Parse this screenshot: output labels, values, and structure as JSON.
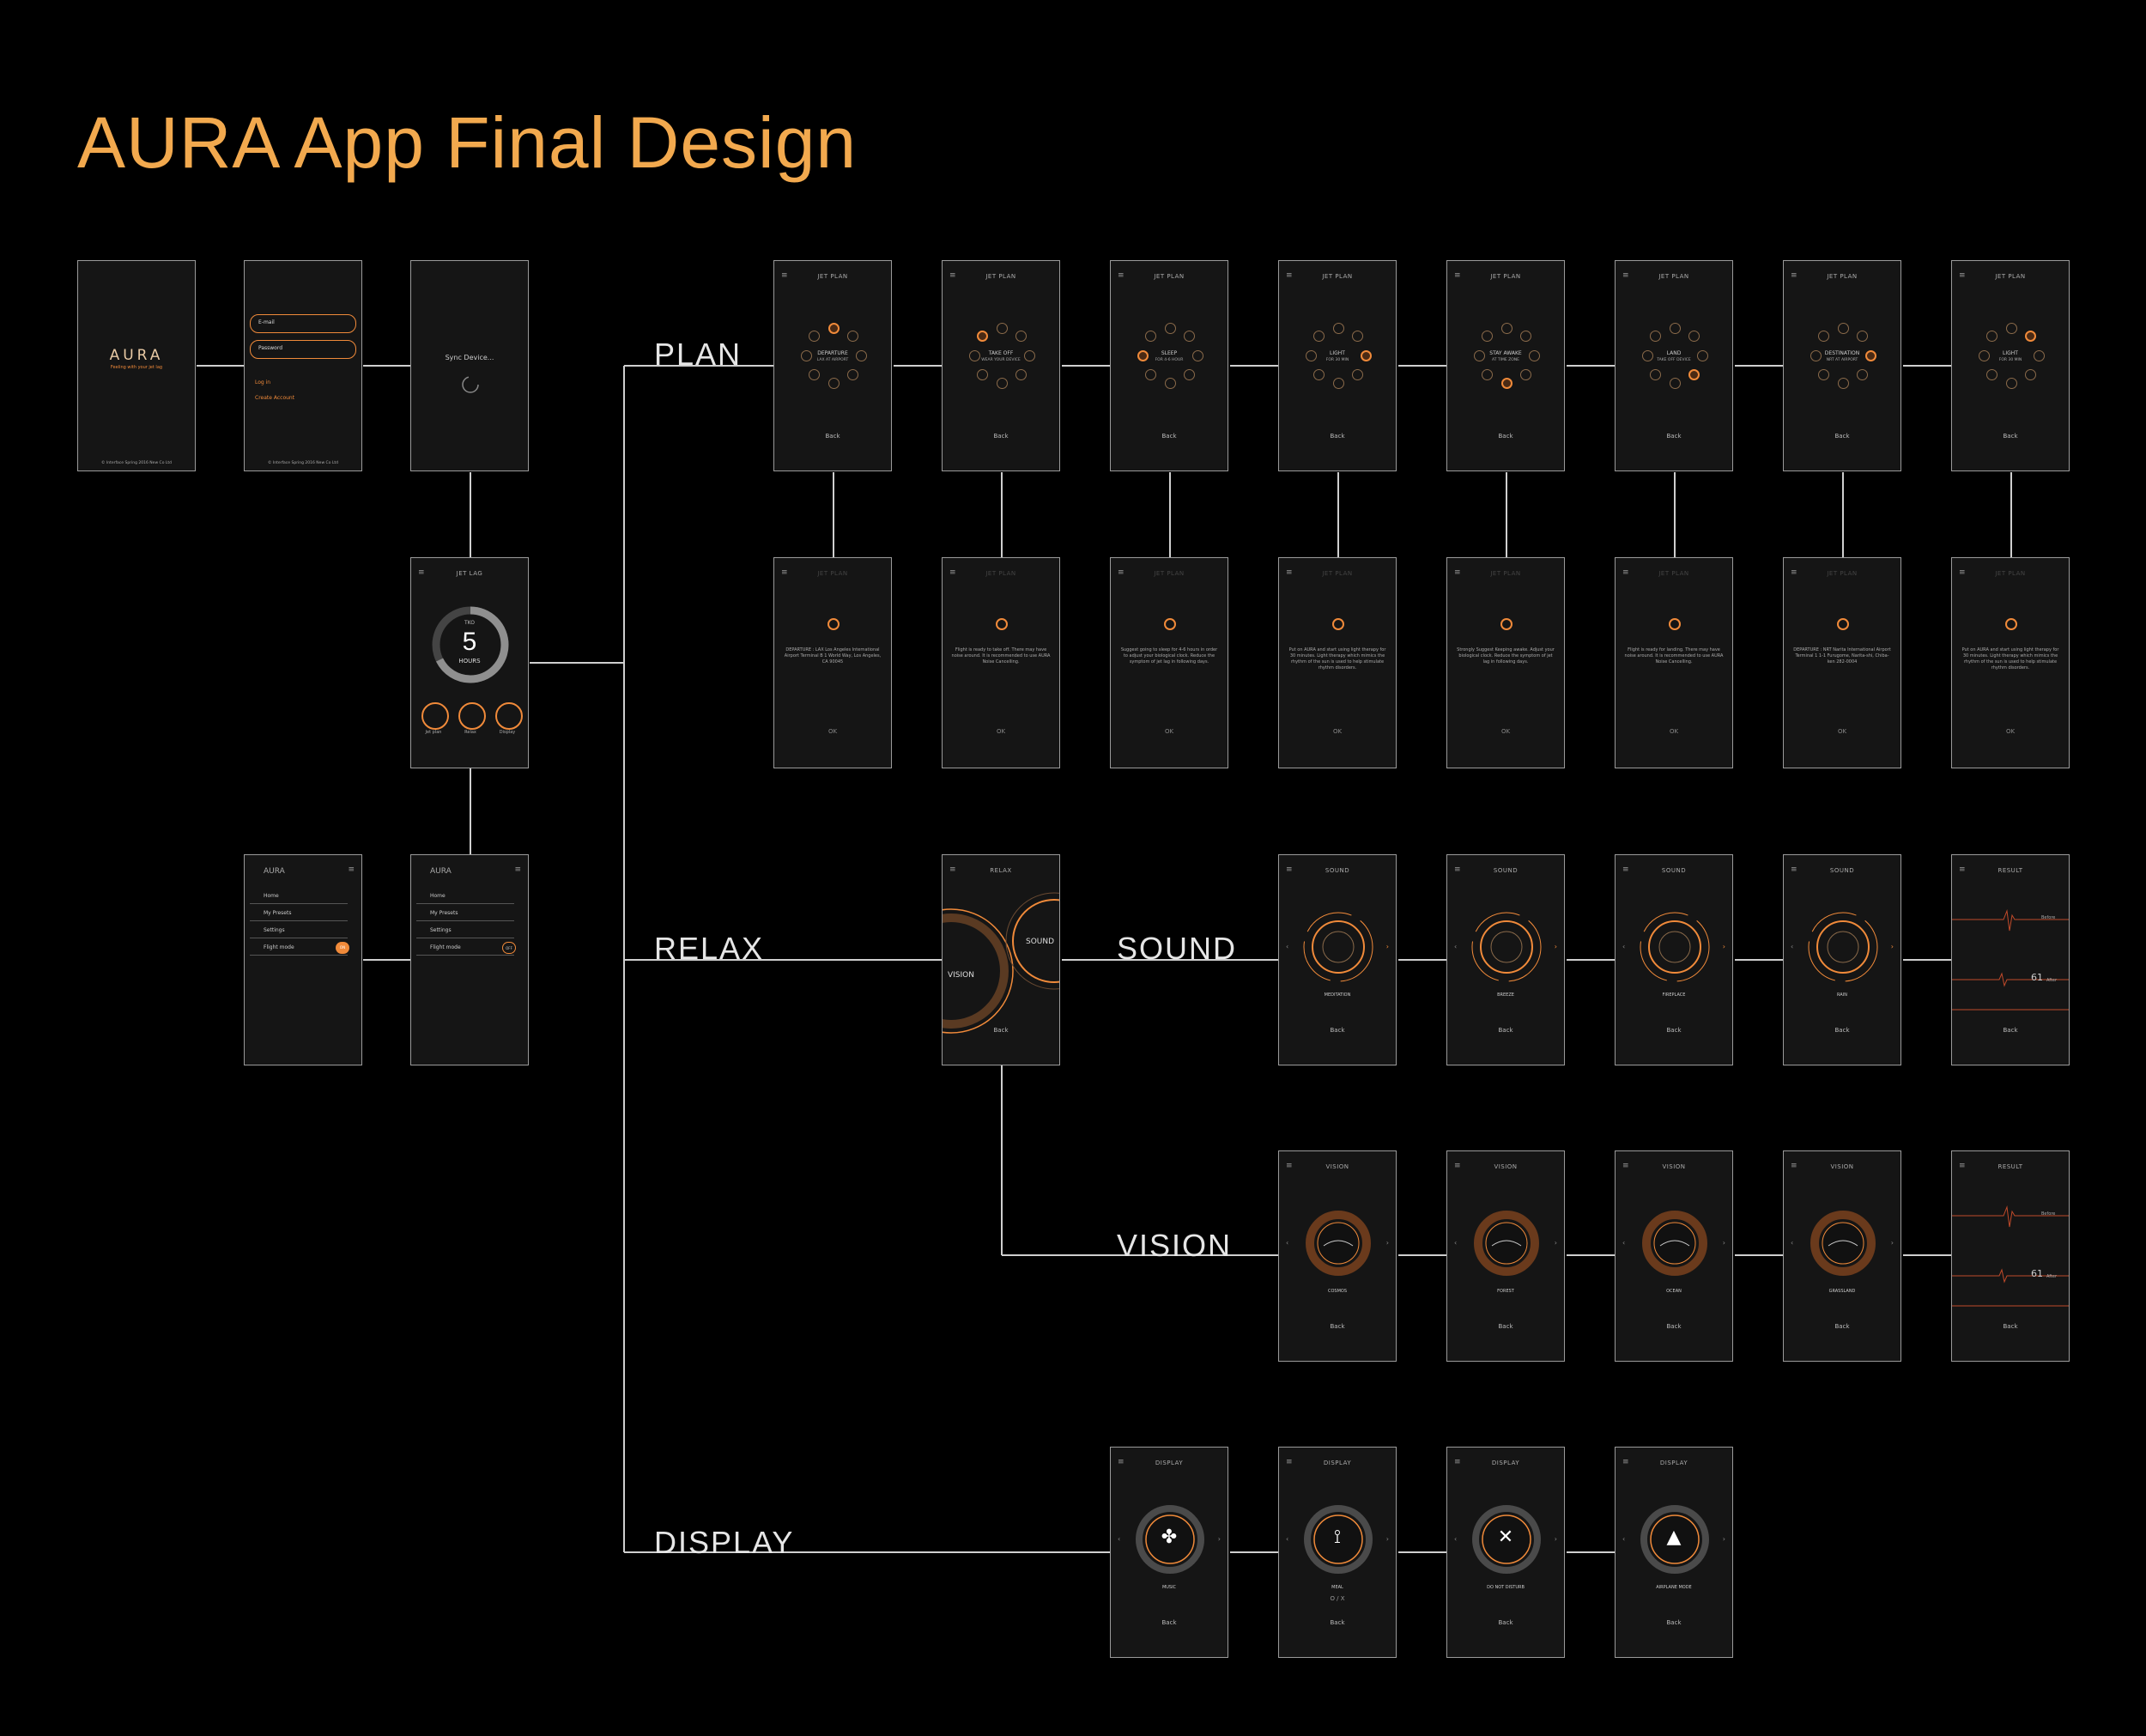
{
  "title": "AURA App Final Design",
  "labels": {
    "plan": "PLAN",
    "relax": "RELAX",
    "sound": "SOUND",
    "vision": "VISION",
    "display": "DISPLAY"
  },
  "colors": {
    "accent": "#f2a94e",
    "orange": "#f08a3a",
    "line": "#cfcfcf",
    "screen_bg": "#151515"
  },
  "splash": {
    "brand": "AURA",
    "tagline": "Feeling with your jet lag",
    "footer": "© Interface Spring 2016 New Co Ltd"
  },
  "login": {
    "email_placeholder": "E-mail",
    "password_placeholder": "Password",
    "login": "Log in",
    "create": "Create Account",
    "footer": "© Interface Spring 2016 New Co Ltd"
  },
  "sync": {
    "text": "Sync Device..."
  },
  "jetlag": {
    "header": "JET LAG",
    "small": "TKO",
    "number": "5",
    "unit": "HOURS",
    "buttons": [
      "Jet plan",
      "Relax",
      "Display"
    ]
  },
  "menu": {
    "brand": "AURA",
    "items": [
      "Home",
      "My Presets",
      "Settings",
      "Flight mode"
    ],
    "toggle_on": "ON",
    "toggle_off": "OFF"
  },
  "plan_screens": [
    {
      "header": "JET PLAN",
      "title": "DEPARTURE",
      "sub": "LAX AT AIRPORT",
      "back": "Back"
    },
    {
      "header": "JET PLAN",
      "title": "TAKE OFF",
      "sub": "WEAR YOUR DEVICE",
      "back": "Back"
    },
    {
      "header": "JET PLAN",
      "title": "SLEEP",
      "sub": "FOR 4-6 HOUR",
      "back": "Back"
    },
    {
      "header": "JET PLAN",
      "title": "LIGHT",
      "sub": "FOR 30 MIN",
      "back": "Back"
    },
    {
      "header": "JET PLAN",
      "title": "STAY AWAKE",
      "sub": "AT TIME ZONE",
      "back": "Back"
    },
    {
      "header": "JET PLAN",
      "title": "LAND",
      "sub": "TAKE OFF DEVICE",
      "back": "Back"
    },
    {
      "header": "JET PLAN",
      "title": "DESTINATION",
      "sub": "NRT AT AIRPORT",
      "back": "Back"
    },
    {
      "header": "JET PLAN",
      "title": "LIGHT",
      "sub": "FOR 30 MIN",
      "back": "Back"
    }
  ],
  "plan_details": [
    {
      "header": "JET PLAN",
      "text": "DEPARTURE : LAX Los Angeles International Airport Terminal B 1 World Way, Los Angeles, CA 90045",
      "ok": "OK"
    },
    {
      "header": "JET PLAN",
      "text": "Flight is ready to take off. There may have noise around. It is recommended to use AURA Noise Cancelling.",
      "ok": "OK"
    },
    {
      "header": "JET PLAN",
      "text": "Suggest going to sleep for 4-6 hours in order to adjust your biological clock. Reduce the symptom of jet lag in following days.",
      "ok": "OK"
    },
    {
      "header": "JET PLAN",
      "text": "Put on AURA and start using light therapy for 30 minutes. Light therapy which mimics the rhythm of the sun is used to help stimulate rhythm disorders.",
      "ok": "OK"
    },
    {
      "header": "JET PLAN",
      "text": "Strongly Suggest Keeping awake. Adjust your biological clock. Reduce the symptom of jet lag in following days.",
      "ok": "OK"
    },
    {
      "header": "JET PLAN",
      "text": "Flight is ready for landing. There may have noise around. It is recommended to use AURA Noise Cancelling.",
      "ok": "OK"
    },
    {
      "header": "JET PLAN",
      "text": "DEPARTURE : NRT Narita International Airport Terminal 1 1-1 Furugome, Narita-shi, Chiba-ken 282-0004",
      "ok": "OK"
    },
    {
      "header": "JET PLAN",
      "text": "Put on AURA and start using light therapy for 30 minutes. Light therapy which mimics the rhythm of the sun is used to help stimulate rhythm disorders.",
      "ok": "OK"
    }
  ],
  "relax": {
    "header": "RELAX",
    "vision": "VISION",
    "sound": "SOUND",
    "back": "Back"
  },
  "sound_screens": [
    {
      "header": "SOUND",
      "name": "MEDITATION",
      "back": "Back"
    },
    {
      "header": "SOUND",
      "name": "BREEZE",
      "back": "Back"
    },
    {
      "header": "SOUND",
      "name": "FIREPLACE",
      "back": "Back"
    },
    {
      "header": "SOUND",
      "name": "RAIN",
      "back": "Back"
    }
  ],
  "vision_screens": [
    {
      "header": "VISION",
      "name": "COSMOS",
      "back": "Back"
    },
    {
      "header": "VISION",
      "name": "FOREST",
      "back": "Back"
    },
    {
      "header": "VISION",
      "name": "OCEAN",
      "back": "Back"
    },
    {
      "header": "VISION",
      "name": "GRASSLAND",
      "back": "Back"
    }
  ],
  "result": {
    "header": "RESULT",
    "before": "Before",
    "after": "After",
    "value": "61",
    "back": "Back"
  },
  "display_screens": [
    {
      "header": "DISPLAY",
      "name": "MUSIC",
      "extra": "",
      "back": "Back"
    },
    {
      "header": "DISPLAY",
      "name": "MEAL",
      "extra": "O / X",
      "back": "Back"
    },
    {
      "header": "DISPLAY",
      "name": "DO NOT DISTURB",
      "extra": "",
      "back": "Back"
    },
    {
      "header": "DISPLAY",
      "name": "AIRPLANE MODE",
      "extra": "",
      "back": "Back"
    }
  ]
}
